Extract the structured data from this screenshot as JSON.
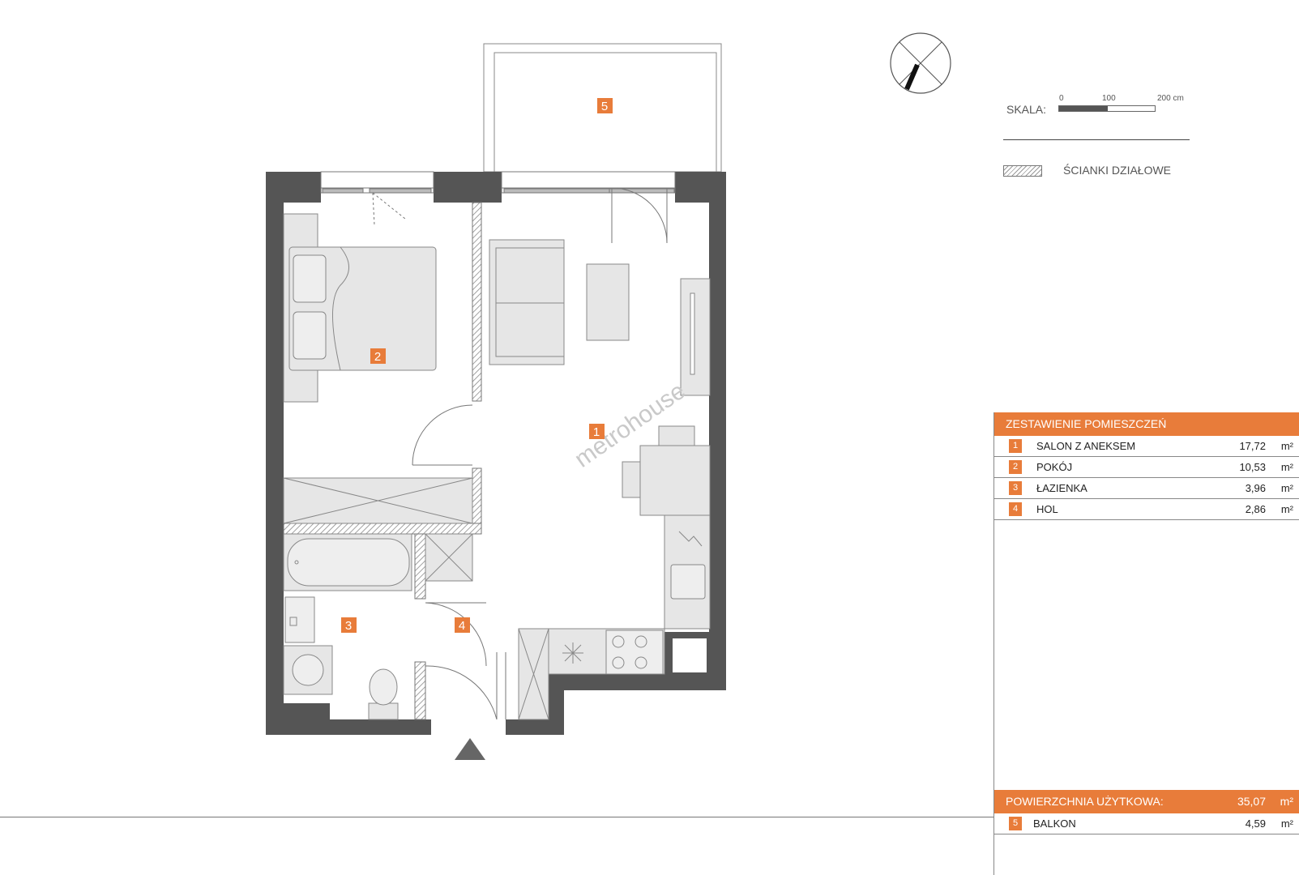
{
  "rooms": [
    {
      "num": "1",
      "name": "SALON Z ANEKSEM",
      "area": "17,72",
      "unit": "m²"
    },
    {
      "num": "2",
      "name": "POKÓJ",
      "area": "10,53",
      "unit": "m²"
    },
    {
      "num": "3",
      "name": "ŁAZIENKA",
      "area": "3,96",
      "unit": "m²"
    },
    {
      "num": "4",
      "name": "HOL",
      "area": "2,86",
      "unit": "m²"
    }
  ],
  "balcony": {
    "num": "5",
    "name": "BALKON",
    "area": "4,59",
    "unit": "m²"
  },
  "table": {
    "header": "ZESTAWIENIE POMIESZCZEŃ",
    "total_label": "POWIERZCHNIA UŻYTKOWA:",
    "total_value": "35,07",
    "total_unit": "m²"
  },
  "legend": {
    "scale_label": "SKALA:",
    "scale_ticks": [
      "0",
      "100",
      "200 cm"
    ],
    "partition_label": "ŚCIANKI DZIAŁOWE"
  },
  "watermark": "metrohouse",
  "colors": {
    "accent": "#e87c3a",
    "wall": "#555555",
    "furniture": "#e6e6e6"
  },
  "icons": {
    "compass": "north-arrow-icon",
    "entrance": "entrance-triangle-icon"
  }
}
